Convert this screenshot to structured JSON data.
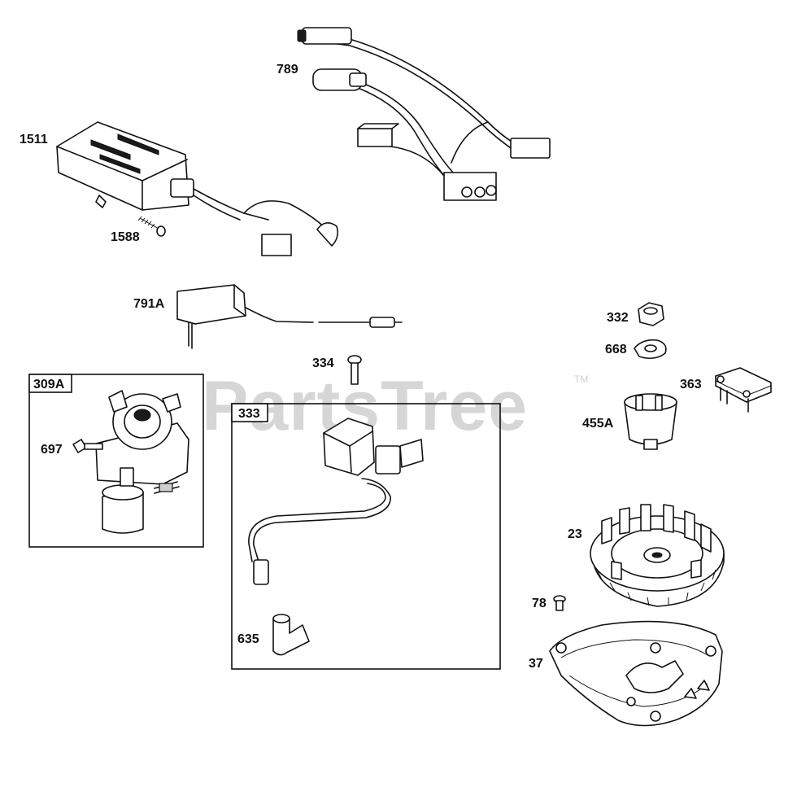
{
  "watermark": {
    "text": "PartsTree",
    "trademark": "TM"
  },
  "labels": {
    "p789": "789",
    "p1511": "1511",
    "p1588": "1588",
    "p791A": "791A",
    "p332": "332",
    "p668": "668",
    "p334": "334",
    "p363": "363",
    "p455A": "455A",
    "p697": "697",
    "p23": "23",
    "p78": "78",
    "p37": "37",
    "p635": "635"
  },
  "boxes": {
    "box309A": "309A",
    "box333": "333"
  }
}
